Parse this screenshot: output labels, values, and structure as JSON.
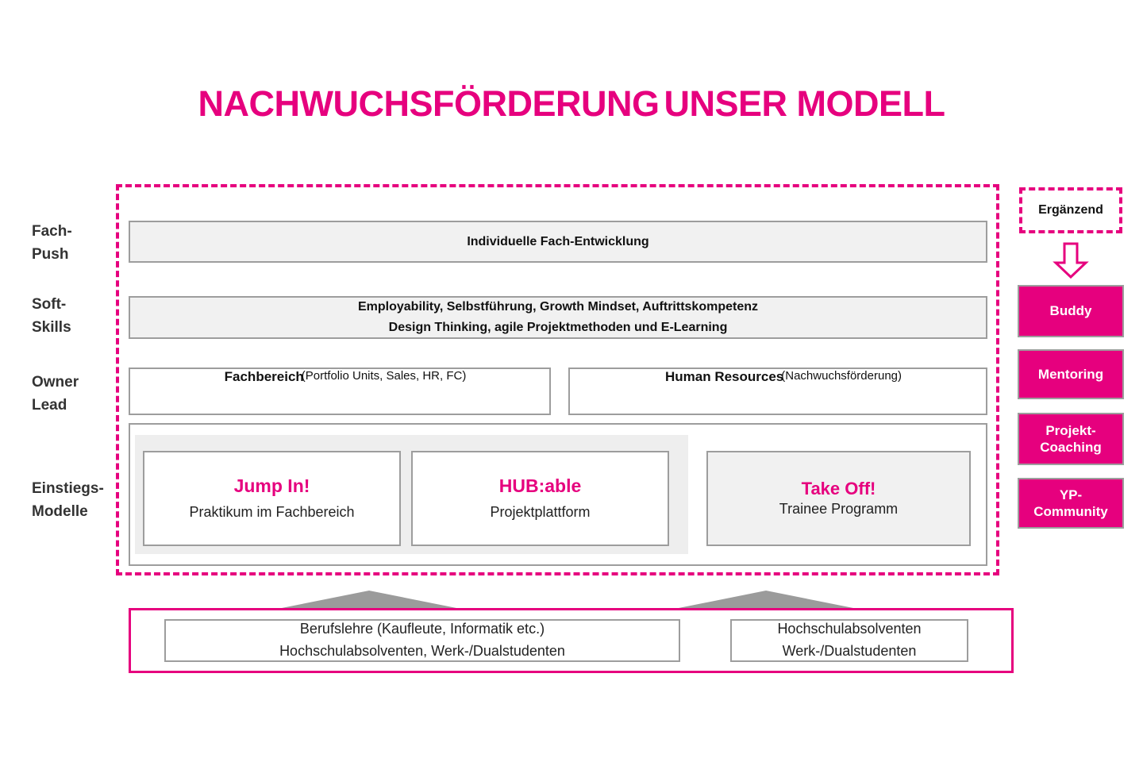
{
  "title": {
    "part1": "NACHWUCHSFÖRDERUNG",
    "part2": "UNSER MODELL"
  },
  "colors": {
    "magenta": "#E6007E",
    "box_border": "#9d9d9d",
    "box_fill": "#f1f1f1",
    "panel_fill": "#eeeeee",
    "triangle": "#9b9b9b"
  },
  "row_labels": [
    {
      "line1": "Fach-",
      "line2": "Push"
    },
    {
      "line1": "Soft-",
      "line2": "Skills"
    },
    {
      "line1": "Owner",
      "line2": "Lead"
    },
    {
      "line1": "Einstiegs-",
      "line2": "Modelle"
    }
  ],
  "rows": {
    "fach_push": {
      "text": "Individuelle Fach-Entwicklung"
    },
    "soft_skills": {
      "line1": "Employability, Selbstführung, Growth Mindset, Auftrittskompetenz",
      "line2": "Design Thinking, agile Projektmethoden und E-Learning"
    },
    "owner_lead": {
      "left": {
        "strong": "Fachbereich",
        "paren": "(Portfolio Units, Sales, HR, FC)"
      },
      "right": {
        "strong": "Human Resources",
        "paren": "(Nachwuchsförderung)"
      }
    },
    "einstiegs_modelle": {
      "cards": [
        {
          "title": "Jump In!",
          "subtitle": "Praktikum im Fachbereich"
        },
        {
          "title": "HUB:able",
          "subtitle": "Projektplattform"
        },
        {
          "title": "Take Off!",
          "subtitle": "Trainee Programm"
        }
      ]
    }
  },
  "bottom": {
    "left": {
      "line1": "Berufslehre (Kaufleute, Informatik etc.)",
      "line2": "Hochschulabsolventen, Werk-/Dualstudenten"
    },
    "right": {
      "line1": "Hochschulabsolventen",
      "line2": "Werk-/Dualstudenten"
    }
  },
  "sidebar": {
    "header": "Ergänzend",
    "arrow_icon": "arrow-down-icon",
    "items": [
      {
        "line1": "Buddy",
        "line2": ""
      },
      {
        "line1": "Mentoring",
        "line2": ""
      },
      {
        "line1": "Projekt-",
        "line2": "Coaching"
      },
      {
        "line1": "YP-",
        "line2": "Community"
      }
    ]
  }
}
